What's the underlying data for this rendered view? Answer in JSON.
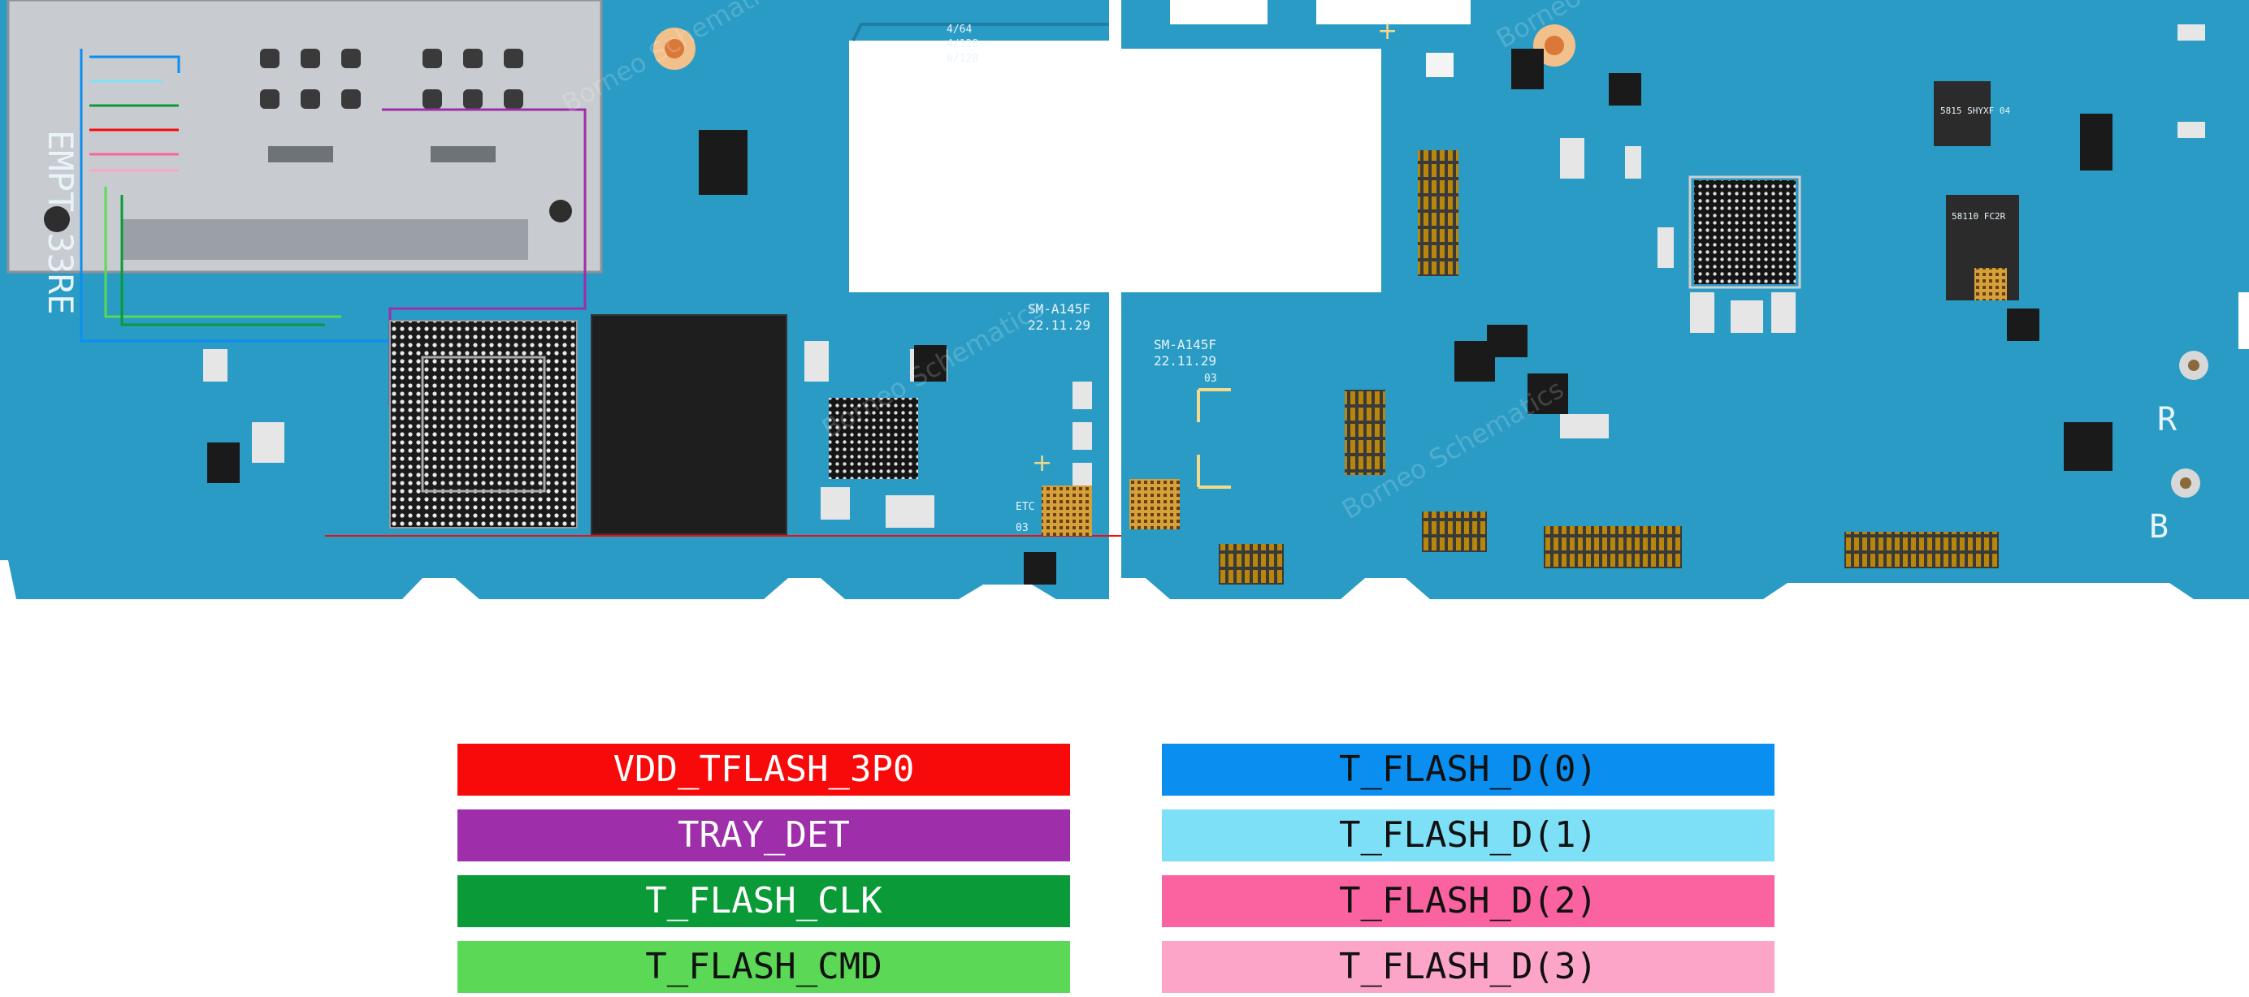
{
  "board": {
    "left_half": {
      "model": "SM-A145F",
      "date": "22.11.29",
      "memory_variants": [
        "4/64",
        "4/128",
        "6/128"
      ],
      "etc_label": "ETC",
      "code": "03"
    },
    "right_half": {
      "model": "SM-A145F",
      "date": "22.11.29",
      "code": "03",
      "chip_marking_1": "5815 SHYXF 04",
      "chip_marking_2": "58110 FC2R",
      "side_letter_r": "R",
      "side_letter_b": "B"
    },
    "sim_slot_text": "EMPT 33RE",
    "watermark": "Borneo Schematics"
  },
  "legend": {
    "items": [
      {
        "label": "VDD_TFLASH_3P0",
        "bg": "#f80a0a",
        "fg": "#ffffff"
      },
      {
        "label": "T_FLASH_D(0)",
        "bg": "#0a8ef0",
        "fg": "#111111"
      },
      {
        "label": "TRAY_DET",
        "bg": "#9e2ea9",
        "fg": "#ffffff"
      },
      {
        "label": "T_FLASH_D(1)",
        "bg": "#7ee0f6",
        "fg": "#111111"
      },
      {
        "label": "T_FLASH_CLK",
        "bg": "#0a9a38",
        "fg": "#ffffff"
      },
      {
        "label": "T_FLASH_D(2)",
        "bg": "#fa63a0",
        "fg": "#111111"
      },
      {
        "label": "T_FLASH_CMD",
        "bg": "#5bd856",
        "fg": "#111111"
      },
      {
        "label": "T_FLASH_D(3)",
        "bg": "#fca5c9",
        "fg": "#111111"
      }
    ]
  },
  "colors": {
    "pcb": "#2a9bc4",
    "pcb_dark": "#1f7ea3",
    "chip": "#1a1a1a",
    "shield": "#c8ccd0"
  }
}
